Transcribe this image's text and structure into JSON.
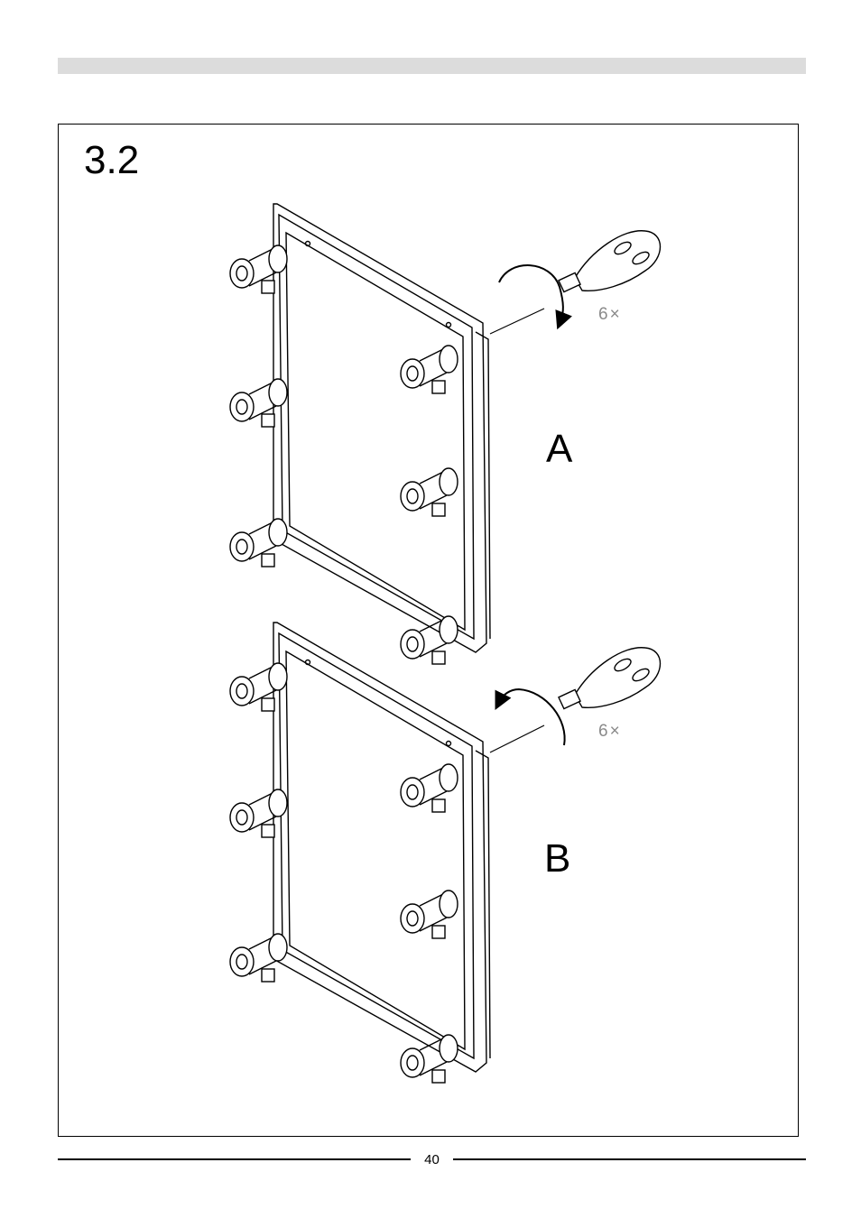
{
  "document": {
    "step_number": "3.2",
    "page_number": "40",
    "panels": [
      {
        "label": "A",
        "count": "6×",
        "icon": "screwdriver-icon",
        "rotation": "clockwise"
      },
      {
        "label": "B",
        "count": "6×",
        "icon": "screwdriver-icon",
        "rotation": "counter-clockwise"
      }
    ]
  }
}
